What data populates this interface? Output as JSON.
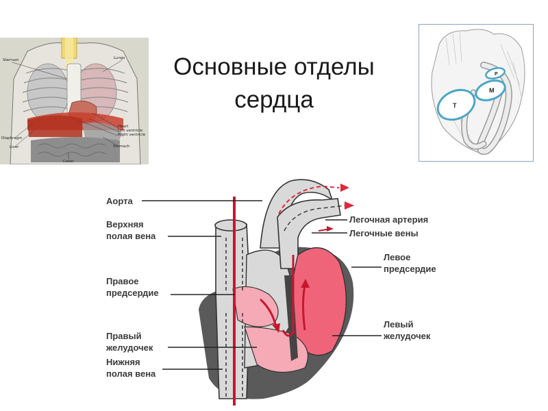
{
  "title": {
    "line1": "Основные отделы",
    "line2": "сердца"
  },
  "chest_labels": {
    "sternum": "Sternum",
    "lungs": "Lungs",
    "heart": "Heart",
    "left_ventricle": "Left ventricle",
    "right_ventricle": "Right ventricle",
    "diaphragm": "Diaphragm",
    "liver": "Liver",
    "stomach": "Stomach",
    "colon": "Colon"
  },
  "valve_labels": {
    "t": "T",
    "m": "M",
    "p": "P"
  },
  "heart_labels": {
    "aorta": "Аорта",
    "svc_1": "Верхняя",
    "svc_2": "полая вена",
    "ra_1": "Правое",
    "ra_2": "предсердие",
    "rv_1": "Правый",
    "rv_2": "желудочек",
    "ivc_1": "Нижняя",
    "ivc_2": "полая вена",
    "pulm_artery": "Легочная артерия",
    "pulm_veins": "Легочные вены",
    "la_1": "Левое",
    "la_2": "предсердие",
    "lv_1": "Левый",
    "lv_2": "желудочек"
  },
  "colors": {
    "chamber_red": "#f0647a",
    "chamber_pink": "#f5aab6",
    "vessel_gray": "#d9d9d9",
    "wall_dark": "#5a5a5a",
    "valve_blue": "#4aa6c8"
  }
}
